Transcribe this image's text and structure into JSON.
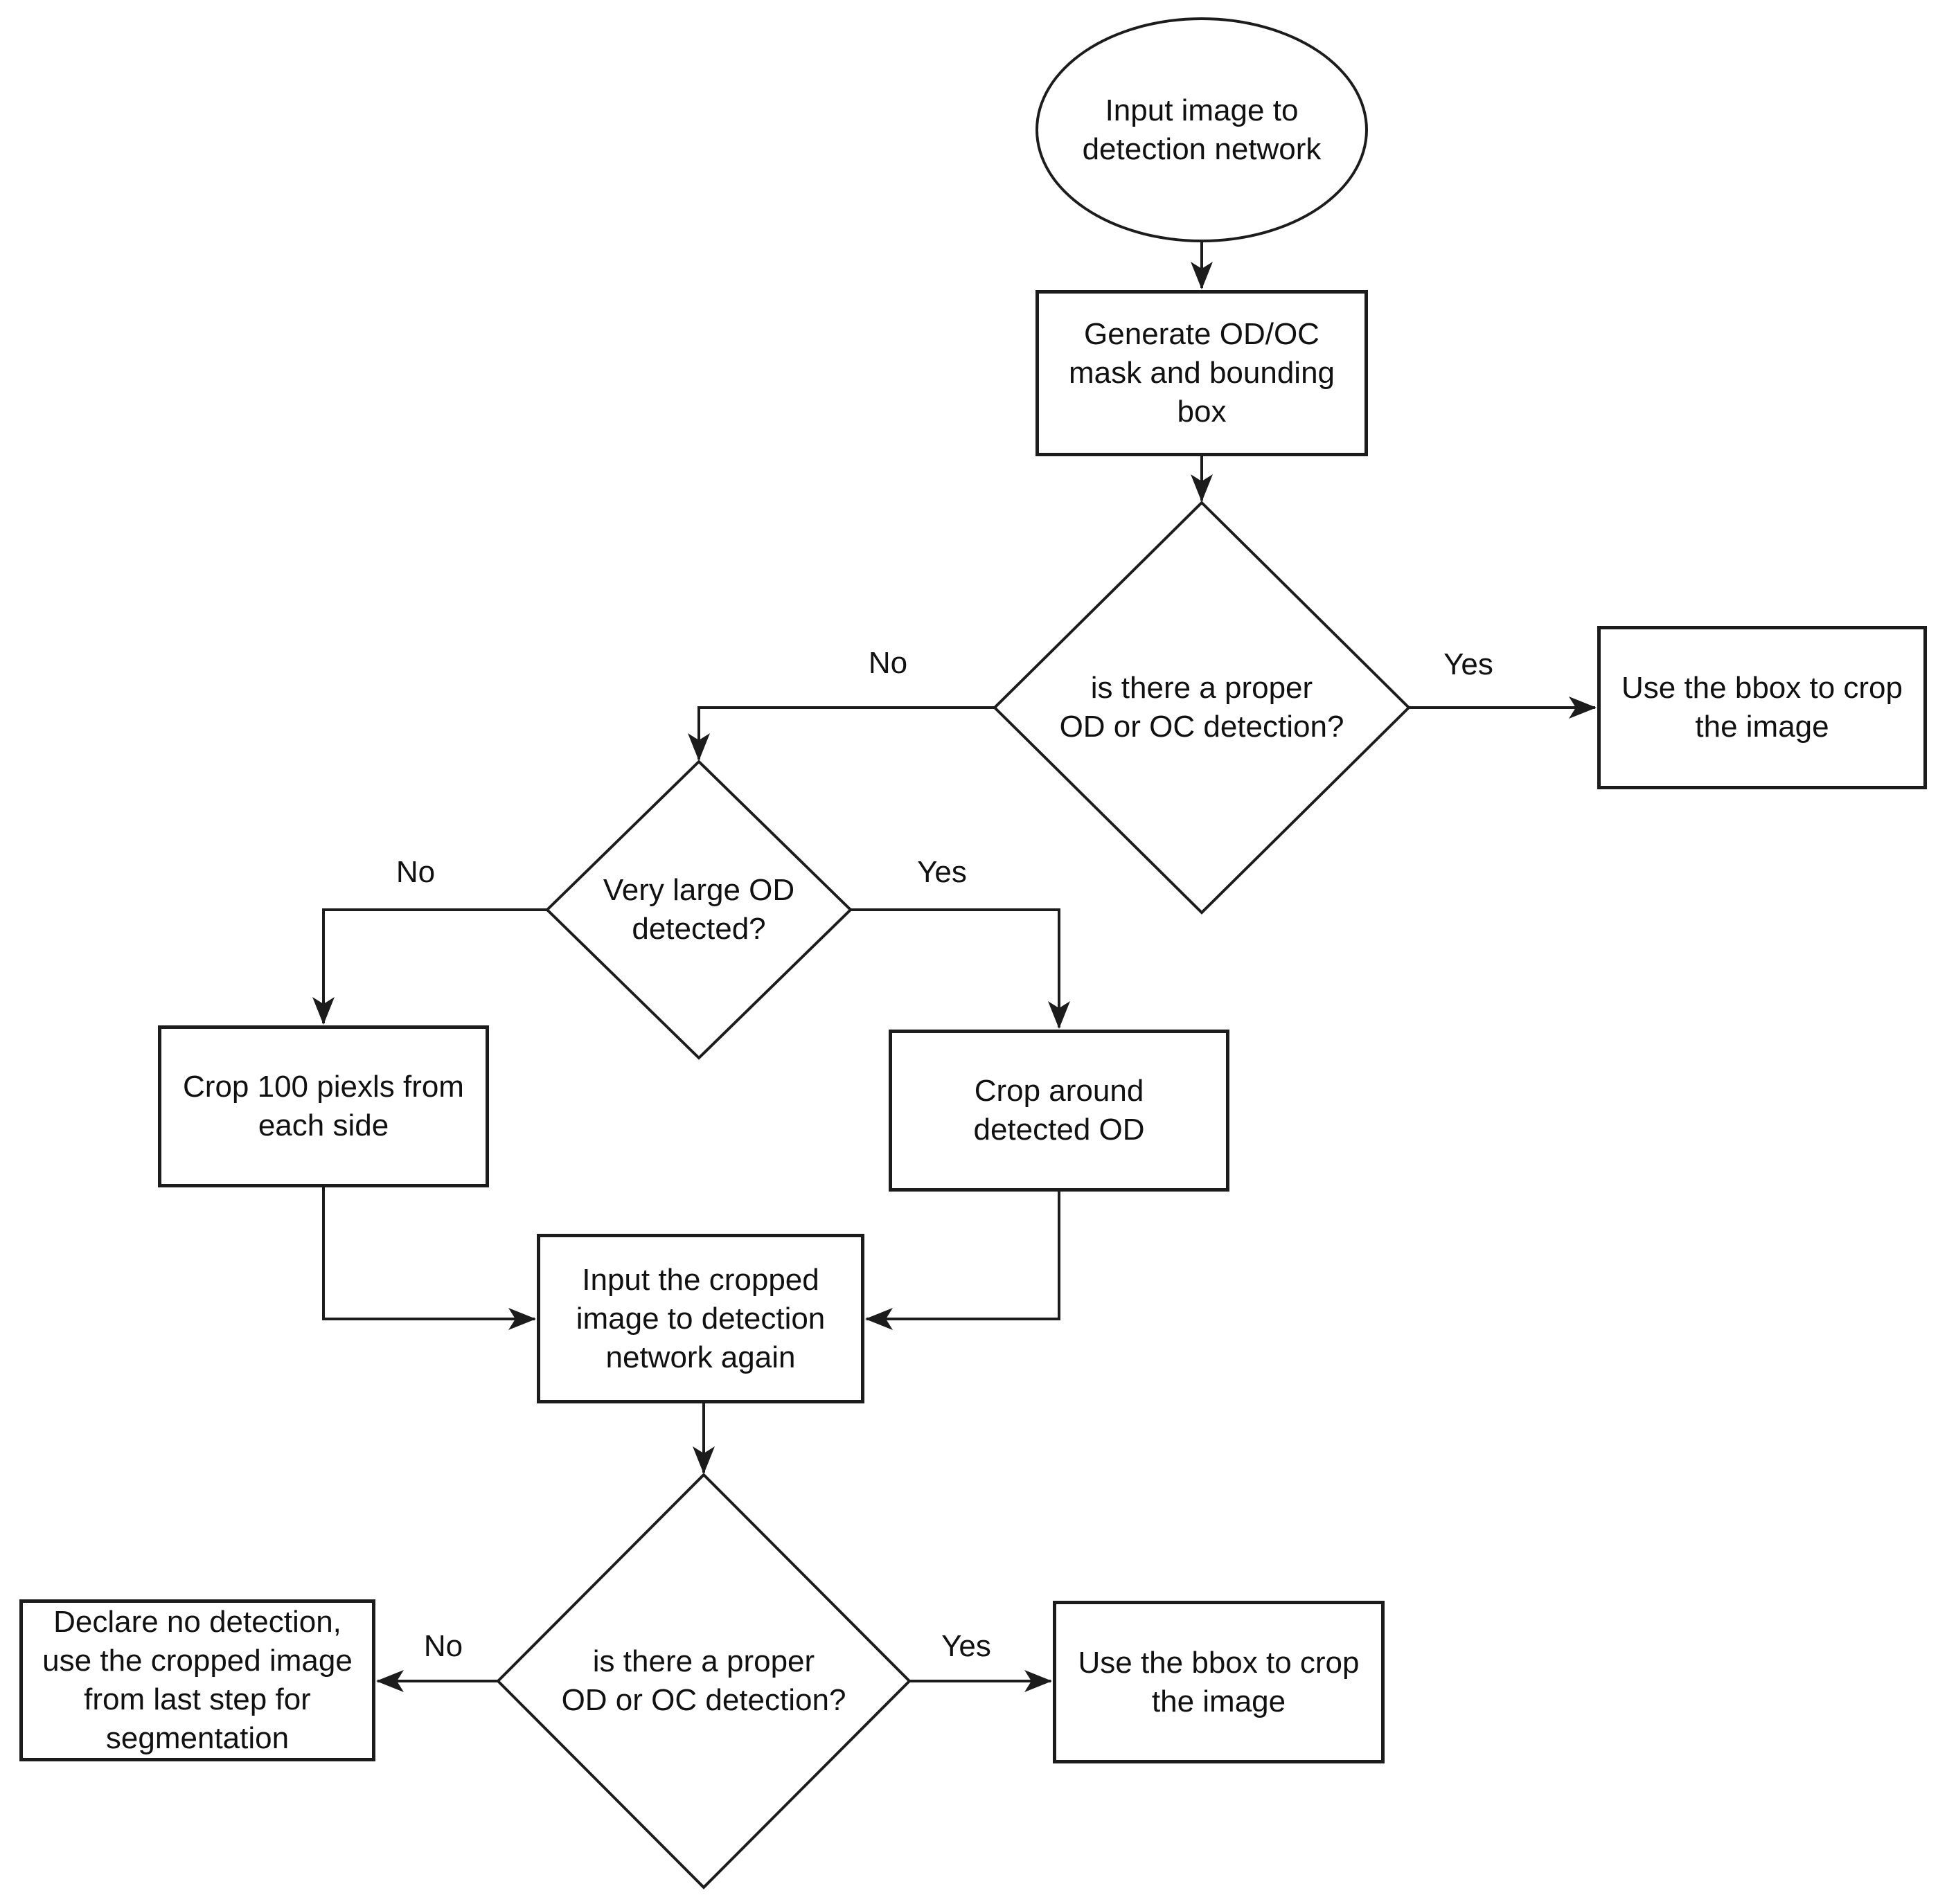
{
  "diagram": {
    "type": "flowchart",
    "colors": {
      "background": "#ffffff",
      "stroke": "#1c1c1c",
      "text": "#111111"
    },
    "nodes": [
      {
        "id": "start",
        "type": "terminator-ellipse",
        "label": "Input image to\ndetection network"
      },
      {
        "id": "generate-mask",
        "type": "process",
        "label": "Generate OD/OC\nmask and bounding\nbox"
      },
      {
        "id": "proper-detection-1",
        "type": "decision",
        "label": "is there a proper\nOD or OC detection?"
      },
      {
        "id": "use-bbox-crop-top",
        "type": "process",
        "label": "Use the bbox to crop\nthe image"
      },
      {
        "id": "very-large-od",
        "type": "decision",
        "label": "Very large OD\ndetected?"
      },
      {
        "id": "crop-100-pixels",
        "type": "process",
        "label": "Crop 100 piexls from\neach side"
      },
      {
        "id": "crop-around-od",
        "type": "process",
        "label": "Crop around\ndetected OD"
      },
      {
        "id": "input-cropped-again",
        "type": "process",
        "label": "Input the cropped\nimage to detection\nnetwork again"
      },
      {
        "id": "proper-detection-2",
        "type": "decision",
        "label": "is there a proper\nOD or OC detection?"
      },
      {
        "id": "declare-no-detection",
        "type": "process",
        "label": "Declare no detection,\nuse the cropped image\nfrom last step for\nsegmentation"
      },
      {
        "id": "use-bbox-crop-bottom",
        "type": "process",
        "label": "Use the bbox to crop\nthe image"
      }
    ],
    "edges": [
      {
        "from": "start",
        "to": "generate-mask",
        "label": ""
      },
      {
        "from": "generate-mask",
        "to": "proper-detection-1",
        "label": ""
      },
      {
        "from": "proper-detection-1",
        "to": "use-bbox-crop-top",
        "label": "Yes"
      },
      {
        "from": "proper-detection-1",
        "to": "very-large-od",
        "label": "No"
      },
      {
        "from": "very-large-od",
        "to": "crop-100-pixels",
        "label": "No"
      },
      {
        "from": "very-large-od",
        "to": "crop-around-od",
        "label": "Yes"
      },
      {
        "from": "crop-100-pixels",
        "to": "input-cropped-again",
        "label": ""
      },
      {
        "from": "crop-around-od",
        "to": "input-cropped-again",
        "label": ""
      },
      {
        "from": "input-cropped-again",
        "to": "proper-detection-2",
        "label": ""
      },
      {
        "from": "proper-detection-2",
        "to": "declare-no-detection",
        "label": "No"
      },
      {
        "from": "proper-detection-2",
        "to": "use-bbox-crop-bottom",
        "label": "Yes"
      }
    ]
  }
}
